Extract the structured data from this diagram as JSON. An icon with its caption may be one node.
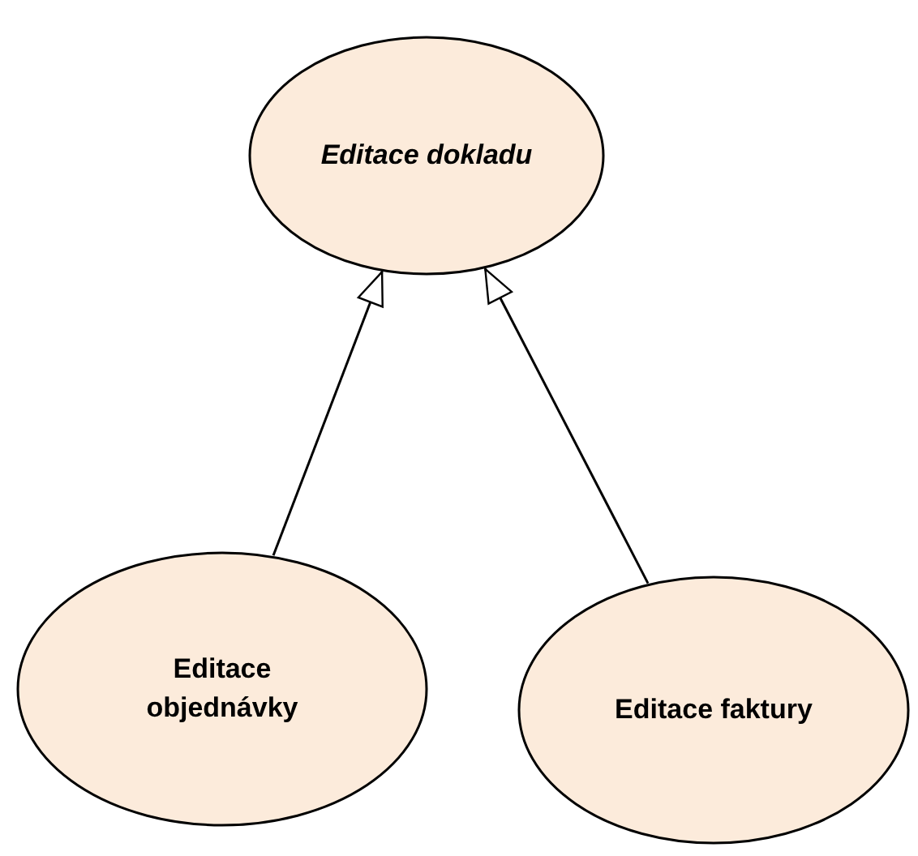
{
  "diagram": {
    "nodes": [
      {
        "text": [
          "Editace dokladu"
        ]
      },
      {
        "text": [
          "Editace objednávky"
        ]
      },
      {
        "text": [
          "Editace faktury"
        ]
      }
    ],
    "edges": [
      {
        "from": 1,
        "to": 0,
        "arrow": "to"
      },
      {
        "from": 2,
        "to": 0,
        "arrow": "to"
      }
    ]
  }
}
